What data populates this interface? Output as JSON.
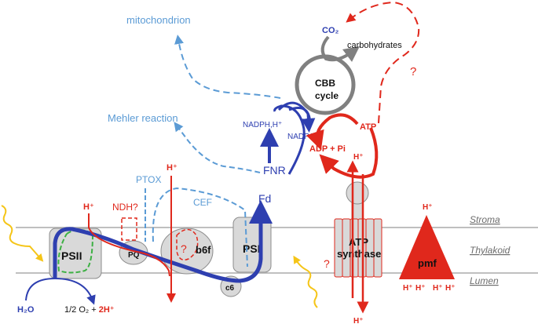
{
  "diagram": {
    "title": "Photosynthetic electron transport and proton motive force in the thylakoid membrane",
    "compartments": {
      "stroma": "Stroma",
      "thylakoid": "Thylakoid",
      "lumen": "Lumen"
    },
    "complexes": {
      "psii": "PSII",
      "pq": "PQ",
      "b6f": "b6f",
      "psi": "PSI",
      "c6": "c6",
      "atp_synthase_line1": "ATP",
      "atp_synthase_line2": "synthase",
      "pmf": "pmf",
      "fd": "Fd",
      "fnr": "FNR",
      "cbb_line1": "CBB",
      "cbb_line2": "cycle"
    },
    "labels": {
      "mitochondrion": "mitochondrion",
      "mehler": "Mehler reaction",
      "ptox": "PTOX",
      "cef": "CEF",
      "ndh": "NDH?",
      "nadph": "NADPH,H⁺",
      "nadp": "NADP⁺",
      "atp": "ATP",
      "adp_pi": "ADP + Pi",
      "co2": "CO₂",
      "carbohydrates": "carbohydrates",
      "h2o": "H₂O",
      "o2_part": "1/2 O₂ + ",
      "two_h": "2H⁺",
      "h_plus": "H⁺",
      "question": "?"
    },
    "colors": {
      "linear_electron_flow": "#2e3fb0",
      "alternative_flow": "#5b9bd5",
      "proton": "#e0281c",
      "light": "#f5c518",
      "psii_internal": "#3cb043",
      "complex_fill": "#d9d9d9",
      "membrane_line": "#bfbfbf",
      "cbb": "#808080"
    }
  }
}
